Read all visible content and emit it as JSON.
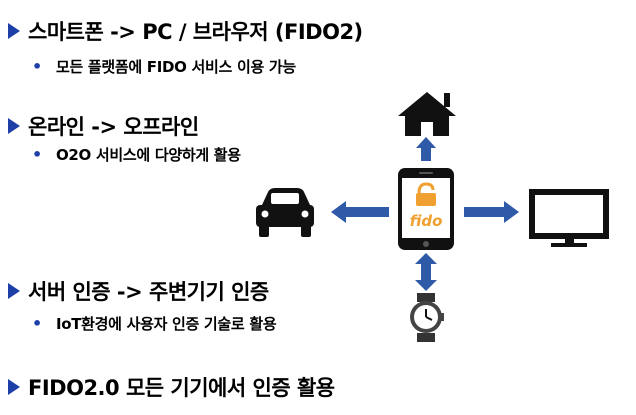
{
  "items": [
    {
      "title": "스마트폰 -> PC / 브라우저 (FIDO2)",
      "sub": "모든 플랫폼에 FIDO 서비스 이용 가능"
    },
    {
      "title": "온라인 -> 오프라인",
      "sub": "O2O 서비스에 다양하게 활용"
    },
    {
      "title": "서버 인증 -> 주변기기 인증",
      "sub": "IoT환경에 사용자 인증 기술로 활용"
    },
    {
      "title": "FIDO2.0 모든 기기에서 인증 활용"
    }
  ],
  "diagram": {
    "phone_logo": "fido",
    "center_icon": "smartphone-icon",
    "top_icon": "house-icon",
    "left_icon": "car-icon",
    "right_icon": "monitor-icon",
    "bottom_icon": "watch-icon"
  },
  "colors": {
    "accent": "#1f3fa8",
    "arrow": "#2e5aa8",
    "fido_orange": "#f0a030"
  }
}
